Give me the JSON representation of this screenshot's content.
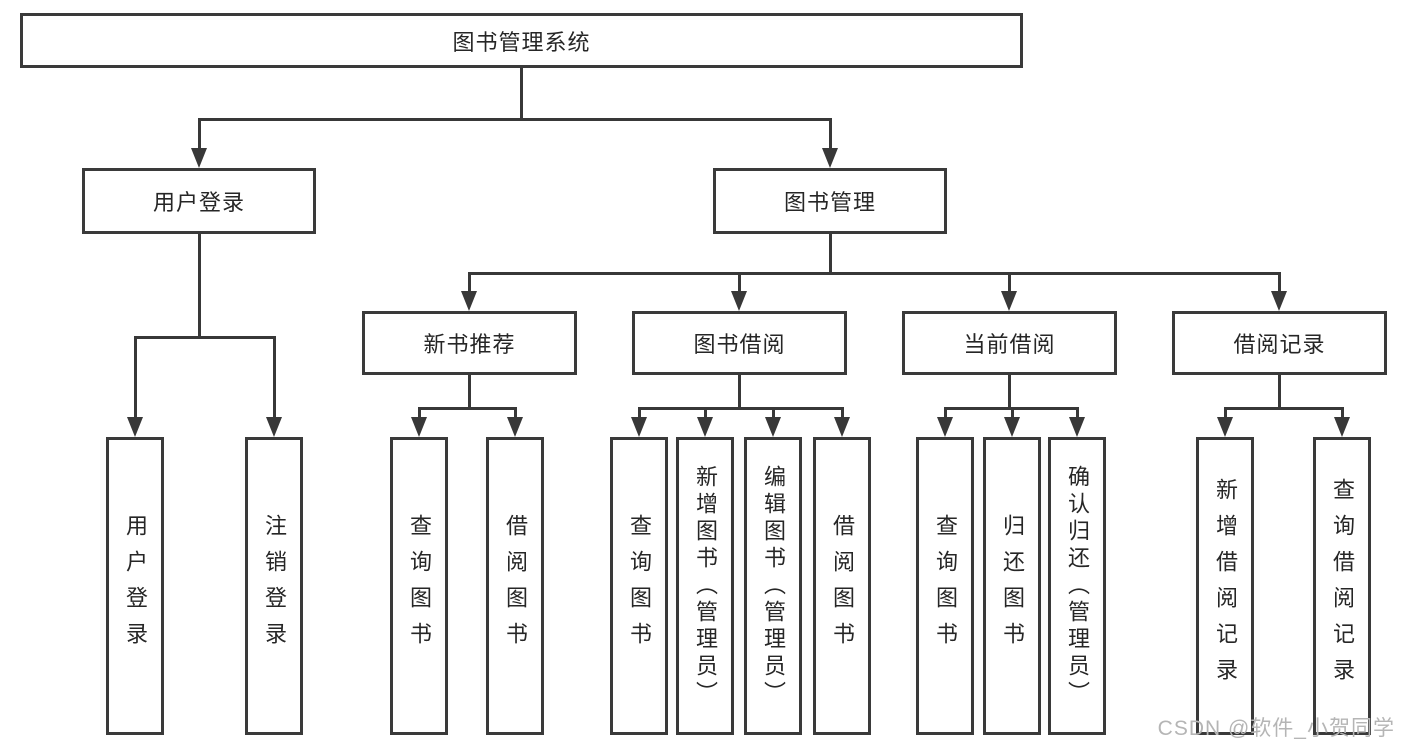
{
  "tree": {
    "label": "图书管理系统",
    "children": [
      {
        "label": "用户登录",
        "children": [
          {
            "label": "用户登录"
          },
          {
            "label": "注销登录"
          }
        ]
      },
      {
        "label": "图书管理",
        "children": [
          {
            "label": "新书推荐",
            "children": [
              {
                "label": "查询图书"
              },
              {
                "label": "借阅图书"
              }
            ]
          },
          {
            "label": "图书借阅",
            "children": [
              {
                "label": "查询图书"
              },
              {
                "label": "新增图书（管理员）"
              },
              {
                "label": "编辑图书（管理员）"
              },
              {
                "label": "借阅图书"
              }
            ]
          },
          {
            "label": "当前借阅",
            "children": [
              {
                "label": "查询图书"
              },
              {
                "label": "归还图书"
              },
              {
                "label": "确认归还（管理员）"
              }
            ]
          },
          {
            "label": "借阅记录",
            "children": [
              {
                "label": "新增借阅记录"
              },
              {
                "label": "查询借阅记录"
              }
            ]
          }
        ]
      }
    ]
  },
  "watermark": {
    "text": "CSDN @软件_小贺同学"
  },
  "colors": {
    "line": "#383838",
    "border": "#3a3a3a",
    "text": "#262626",
    "background": "#ffffff",
    "watermark": "#b5b5b5"
  }
}
